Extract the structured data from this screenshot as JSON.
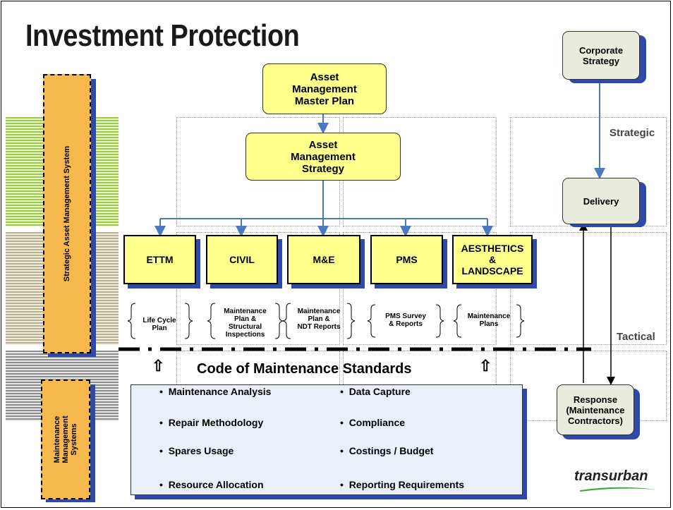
{
  "title": "Investment Protection",
  "vertical_labels": {
    "strategic_ams": "Strategic Asset Management System",
    "mms_line1": "Maintenance",
    "mms_line2": "Management",
    "mms_line3": "Systems"
  },
  "master_plan": [
    "Asset",
    "Management",
    "Master Plan"
  ],
  "strategy": [
    "Asset",
    "Management",
    "Strategy"
  ],
  "categories": [
    "ETTM",
    "CIVIL",
    "M&E",
    "PMS",
    "AESTHETICS & LANDSCAPE"
  ],
  "outputs": [
    [
      "Life Cycle",
      "Plan"
    ],
    [
      "Maintenance",
      "Plan &",
      "Structural",
      "Inspections"
    ],
    [
      "Maintenance",
      "Plan &",
      "NDT Reports"
    ],
    [
      "PMS Survey",
      "& Reports"
    ],
    [
      "Maintenance",
      "Plans"
    ]
  ],
  "right_column": {
    "corporate": [
      "Corporate",
      "Strategy"
    ],
    "delivery": "Delivery",
    "response": [
      "Response",
      "(Maintenance",
      "Contractors)"
    ],
    "strategic": "Strategic",
    "tactical": "Tactical"
  },
  "code_title": "Code of Maintenance Standards",
  "standards_left": [
    "Maintenance Analysis",
    "Repair Methodology",
    "Spares Usage",
    "Resource Allocation"
  ],
  "standards_right": [
    "Data Capture",
    "Compliance",
    "Costings / Budget",
    "Reporting Requirements"
  ],
  "bullet": "•",
  "up_arrow": "⇧",
  "logo": "transurban",
  "colors": {
    "yellow_box": "#ffff8c",
    "orange_box": "#f7b94d",
    "shadow_blue": "#2e49a8",
    "arrow_blue": "#4a78c2",
    "grey_box": "#e9ebdd",
    "standards_box": "#eaf0fa"
  }
}
